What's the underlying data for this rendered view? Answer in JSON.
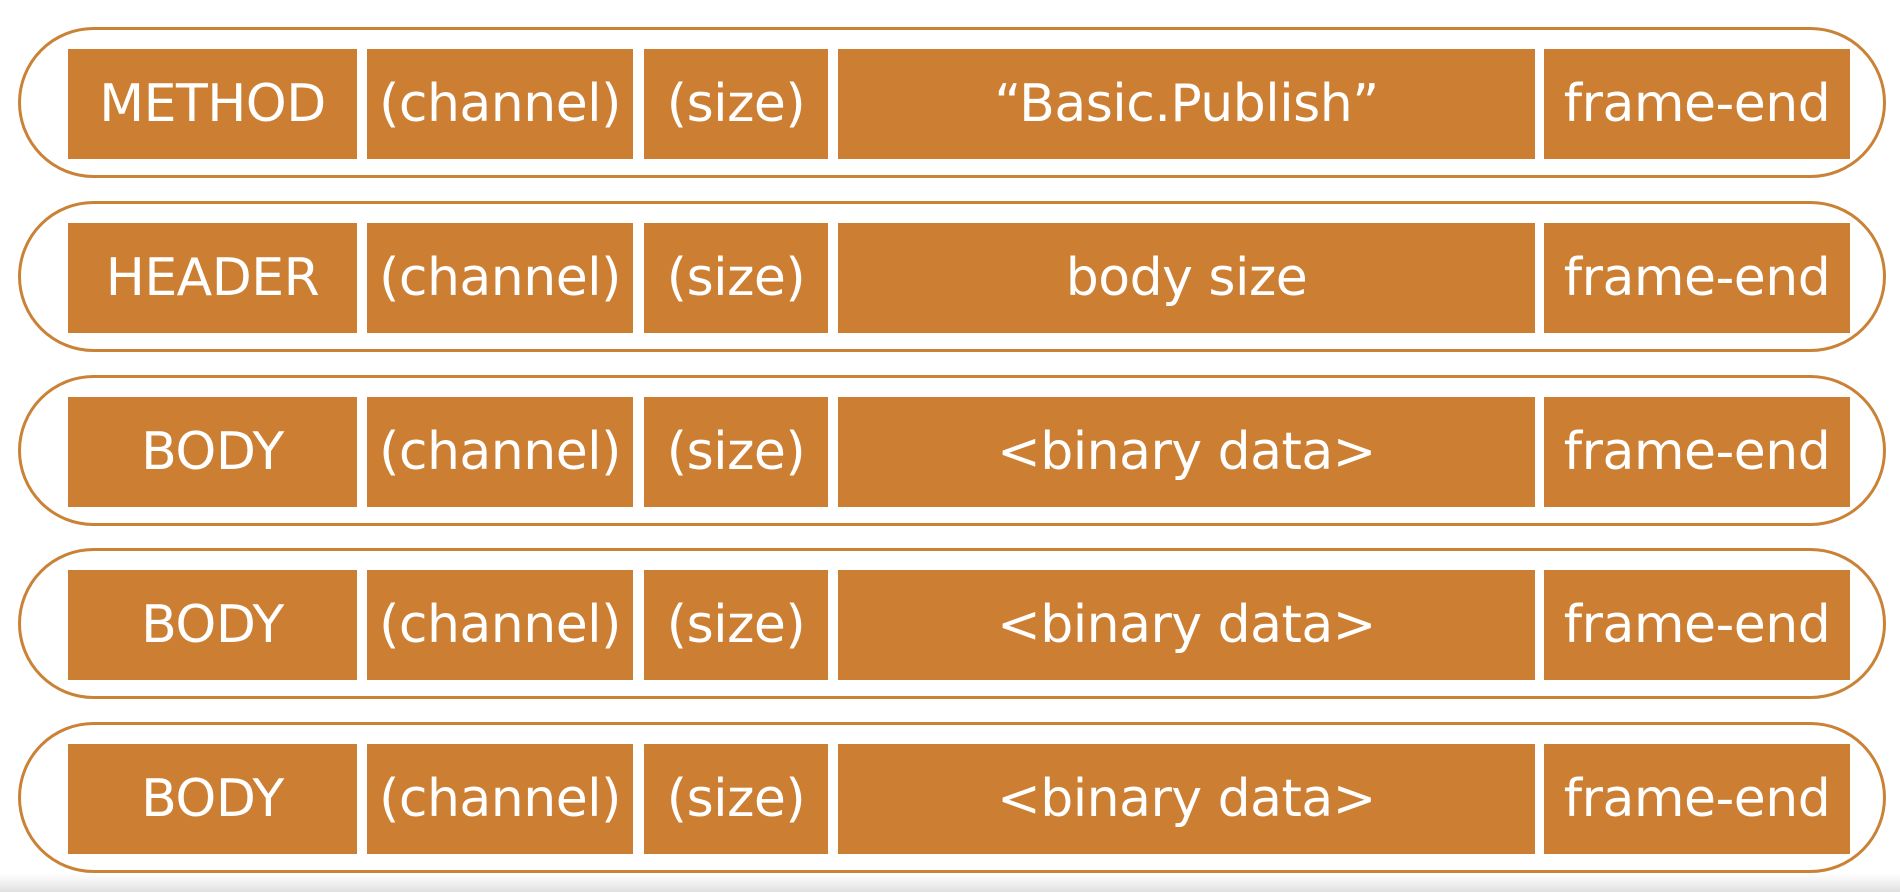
{
  "colors": {
    "cell_fill": "#CC7F33",
    "outline": "#C98236",
    "text": "#FFFFFF",
    "background": "#FFFFFF"
  },
  "frames": [
    {
      "type": "METHOD",
      "channel": "(channel)",
      "size": "(size)",
      "payload": "“Basic.Publish”",
      "end": "frame-end"
    },
    {
      "type": "HEADER",
      "channel": "(channel)",
      "size": "(size)",
      "payload": "body size",
      "end": "frame-end"
    },
    {
      "type": "BODY",
      "channel": "(channel)",
      "size": "(size)",
      "payload": "<binary data>",
      "end": "frame-end"
    },
    {
      "type": "BODY",
      "channel": "(channel)",
      "size": "(size)",
      "payload": "<binary data>",
      "end": "frame-end"
    },
    {
      "type": "BODY",
      "channel": "(channel)",
      "size": "(size)",
      "payload": "<binary data>",
      "end": "frame-end"
    }
  ]
}
